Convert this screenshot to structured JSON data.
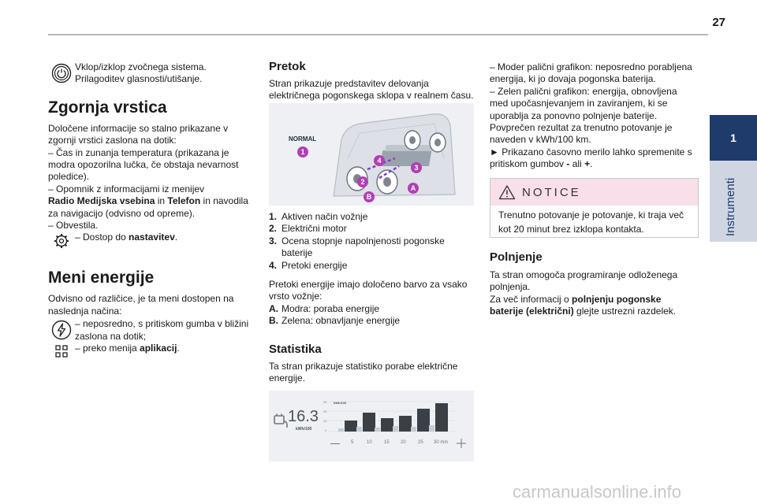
{
  "page": {
    "number": "27"
  },
  "side_tab": {
    "number": "1",
    "label": "Instrumenti"
  },
  "col1": {
    "intro_icon": "power-icon",
    "intro_lines": [
      "Vklop/izklop zvočnega sistema.",
      "Prilagoditev glasnosti/utišanje."
    ],
    "zgornja_title": "Zgornja vrstica",
    "zgornja_lines": [
      "Določene informacije so stalno prikazane v",
      "zgornji vrstici zaslona na dotik:",
      "–  Čas in zunanja temperatura (prikazana je",
      "modra opozorilna lučka, če obstaja nevarnost",
      "poledice).",
      "–  Opomnik z informacijami iz menijev"
    ],
    "radio_bold": "Radio Medijska vsebina",
    "radio_in": " in ",
    "telefon_bold": "Telefon",
    "telefon_rest": " in navodila",
    "nav_line": "za navigacijo (odvisno od opreme).",
    "obvestila": "–  Obvestila.",
    "gear_icon": "gear-icon",
    "dostop_prefix": "–  Dostop do ",
    "dostop_bold": "nastavitev",
    "dostop_suffix": ".",
    "meni_title": "Meni energije",
    "meni_lines": [
      "Odvisno od različice, je ta meni dostopen na",
      "naslednja načina:"
    ],
    "touch_icon": "lightning-icon",
    "touch_lines": [
      "–  neposredno, s pritiskom gumba v bližini",
      "zaslona na dotik;"
    ],
    "apps_icon": "apps-grid-icon",
    "apps_prefix": "–  preko menija ",
    "apps_bold": "aplikacij",
    "apps_suffix": "."
  },
  "col2": {
    "pretok_title": "Pretok",
    "pretok_lines": [
      "Stran prikazuje predstavitev delovanja",
      "električnega pogonskega sklopa v realnem času."
    ],
    "figure1": {
      "mode_label": "NORMAL",
      "callouts": [
        "1",
        "2",
        "3",
        "4",
        "A",
        "B"
      ]
    },
    "legend": [
      {
        "num": "1.",
        "text": "Aktiven način vožnje"
      },
      {
        "num": "2.",
        "text": "Električni motor"
      },
      {
        "num": "3.",
        "text": "Ocena stopnje napolnjenosti pogonske"
      },
      {
        "num": "",
        "text": "baterije"
      },
      {
        "num": "4.",
        "text": "Pretoki energije"
      }
    ],
    "pretoki_lines": [
      "Pretoki energije imajo določeno barvo za vsako",
      "vrsto vožnje:"
    ],
    "colors": [
      {
        "num": "A.",
        "text": "Modra: poraba energije"
      },
      {
        "num": "B.",
        "text": "Zelena: obnavljanje energije"
      }
    ],
    "statistika_title": "Statistika",
    "statistika_lines": [
      "Ta stran prikazuje statistiko porabe električne",
      "energije."
    ],
    "figure2": {
      "value": "16.3",
      "unit": "kWh/100",
      "chart_unit": "kWh/100",
      "y_ticks": [
        "30",
        "20",
        "10",
        "0"
      ],
      "x_ticks": [
        "5",
        "10",
        "15",
        "20",
        "25",
        "30 min"
      ]
    }
  },
  "col3": {
    "lines": [
      "–  Moder palični grafikon: neposredno porabljena",
      "energija, ki jo dovaja pogonska baterija.",
      "–  Zelen palični grafikon: energija, obnovljena",
      "med upočasnjevanjem in zaviranjem, ki se",
      "uporablja za ponovno polnjenje baterije.",
      "Povprečen rezultat za trenutno potovanje je",
      "naveden v kWh/100 km.",
      "►  Prikazano časovno merilo lahko spremenite s"
    ],
    "gumbov_prefix": "pritiskom gumbov ",
    "gumbov_minus": "-",
    "gumbov_mid": " ali ",
    "gumbov_plus": "+",
    "gumbov_suffix": ".",
    "notice_title": "NOTICE",
    "notice_lines": [
      "Trenutno potovanje je potovanje, ki traja več",
      "kot 20 minut brez izklopa kontakta."
    ],
    "polnjenje_title": "Polnjenje",
    "polnjenje_lines": [
      "Ta stran omogoča programiranje odloženega",
      "polnjenja."
    ],
    "vec_prefix": "Za več informacij o ",
    "vec_bold1": "polnjenju pogonske",
    "vec_bold2": "baterije (električni)",
    "vec_suffix": " glejte ustrezni razdelek."
  },
  "footer": {
    "watermark": "carmanualsonline.info"
  }
}
